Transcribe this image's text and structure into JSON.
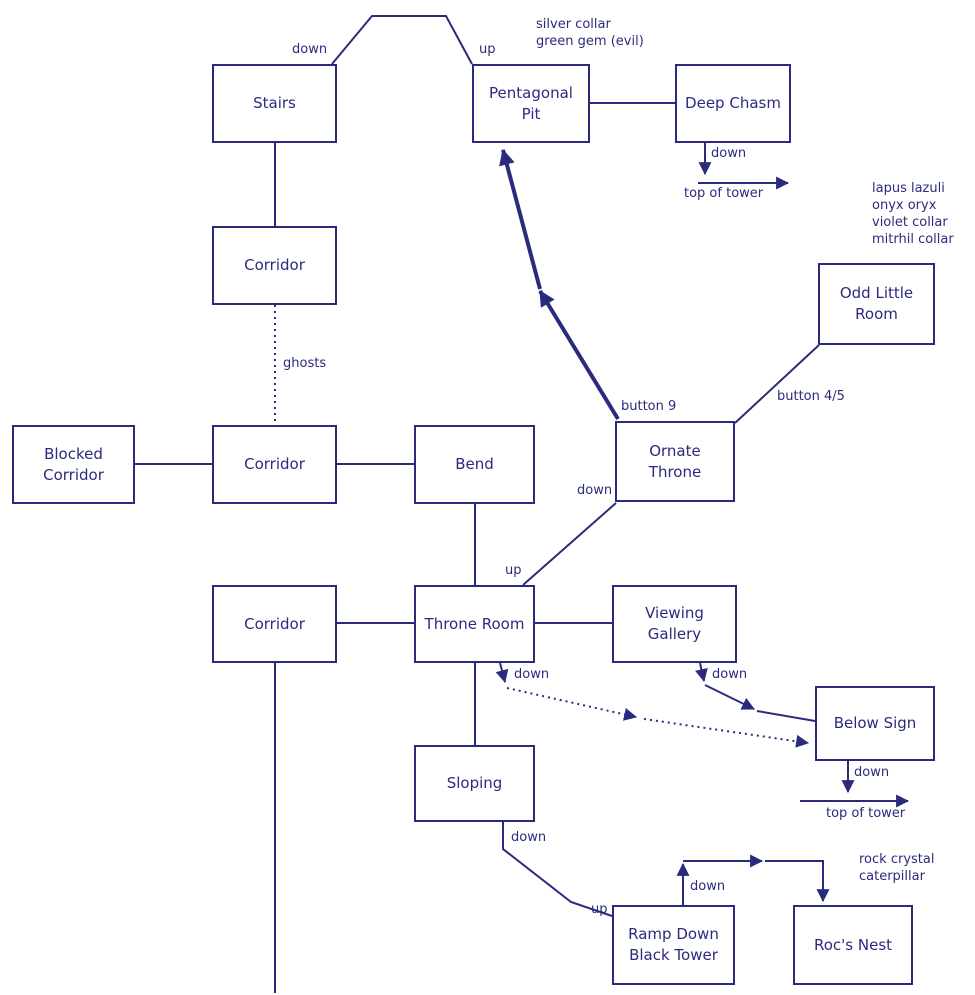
{
  "diagram": {
    "colors": {
      "ink": "#2b2b7e",
      "background": "#ffffff"
    },
    "rooms": [
      {
        "id": "stairs",
        "label": "Stairs"
      },
      {
        "id": "pentagonal-pit",
        "label": "Pentagonal\nPit"
      },
      {
        "id": "deep-chasm",
        "label": "Deep Chasm"
      },
      {
        "id": "corridor-north",
        "label": "Corridor"
      },
      {
        "id": "odd-little-room",
        "label": "Odd Little\nRoom"
      },
      {
        "id": "blocked-corridor",
        "label": "Blocked\nCorridor"
      },
      {
        "id": "corridor-west",
        "label": "Corridor"
      },
      {
        "id": "bend",
        "label": "Bend"
      },
      {
        "id": "ornate-throne",
        "label": "Ornate\nThrone"
      },
      {
        "id": "corridor-south",
        "label": "Corridor"
      },
      {
        "id": "throne-room",
        "label": "Throne Room"
      },
      {
        "id": "viewing-gallery",
        "label": "Viewing\nGallery"
      },
      {
        "id": "below-sign",
        "label": "Below Sign"
      },
      {
        "id": "sloping",
        "label": "Sloping"
      },
      {
        "id": "ramp-down-black-tower",
        "label": "Ramp Down\nBlack Tower"
      },
      {
        "id": "rocs-nest",
        "label": "Roc's Nest"
      }
    ],
    "labels": [
      {
        "id": "stairs-down",
        "text": "down"
      },
      {
        "id": "pit-up",
        "text": "up"
      },
      {
        "id": "pit-items",
        "text": "silver collar\ngreen gem (evil)"
      },
      {
        "id": "chasm-down",
        "text": "down"
      },
      {
        "id": "chasm-top-of-tower",
        "text": "top of tower"
      },
      {
        "id": "odd-room-items",
        "text": "lapus lazuli\nonyx oryx\nviolet collar\nmitrhil collar"
      },
      {
        "id": "ghosts",
        "text": "ghosts"
      },
      {
        "id": "button-9",
        "text": "button 9"
      },
      {
        "id": "button-4-5",
        "text": "button 4/5"
      },
      {
        "id": "ornate-down",
        "text": "down"
      },
      {
        "id": "throne-up",
        "text": "up"
      },
      {
        "id": "throne-down",
        "text": "down"
      },
      {
        "id": "gallery-down",
        "text": "down"
      },
      {
        "id": "below-sign-down",
        "text": "down"
      },
      {
        "id": "below-sign-top-of-tower",
        "text": "top of tower"
      },
      {
        "id": "sloping-down",
        "text": "down"
      },
      {
        "id": "ramp-up",
        "text": "up"
      },
      {
        "id": "ramp-down",
        "text": "down"
      },
      {
        "id": "rocs-nest-items",
        "text": "rock crystal\ncaterpillar"
      }
    ]
  }
}
